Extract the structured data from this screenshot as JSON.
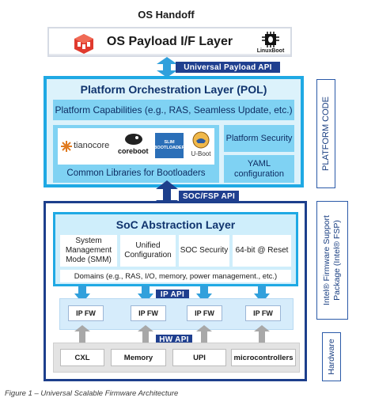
{
  "os_handoff": "OS Handoff",
  "os_layer": {
    "label": "OS Payload I/F Layer",
    "linuxboot": "LinuxBoot"
  },
  "universal_payload_api": "Universal Payload API",
  "pol": {
    "title": "Platform Orchestration Layer (POL)",
    "capabilities": "Platform Capabilities (e.g., RAS, Seamless Update, etc.)",
    "libraries": "Common Libraries for Bootloaders",
    "security": "Platform Security",
    "yaml": "YAML configuration",
    "logos": {
      "tianocore": "tianocore",
      "coreboot": "coreboot",
      "slim": "SLIM BOOTLOADER",
      "uboot": "U-Boot"
    }
  },
  "side_labels": {
    "platform_code": "PLATFORM CODE",
    "fsp_line1": "Intel® Firmware Support",
    "fsp_line2": "Package (Intel® FSP)",
    "hardware": "Hardware"
  },
  "soc_fsp_api": "SOC/FSP API",
  "soc": {
    "title": "SoC Abstraction Layer",
    "cells": [
      "System Management Mode (SMM)",
      "Unified Configuration",
      "SOC Security",
      "64-bit @ Reset"
    ],
    "domains": "Domains (e.g., RAS, I/O, memory, power management., etc.)"
  },
  "ip_api": "IP API",
  "ip_fw": [
    "IP FW",
    "IP FW",
    "IP FW",
    "IP FW"
  ],
  "hw_api": "HW API",
  "hw": [
    "CXL",
    "Memory",
    "UPI",
    "microcontrollers"
  ],
  "caption": "Figure 1 – Universal Scalable Firmware Architecture",
  "colors": {
    "cyan": "#1fa9e4",
    "light_cyan": "#7fd2f3",
    "navy": "#1d3f8c",
    "arrow_blue": "#31a0dc",
    "arrow_grey": "#a8a8a8"
  }
}
